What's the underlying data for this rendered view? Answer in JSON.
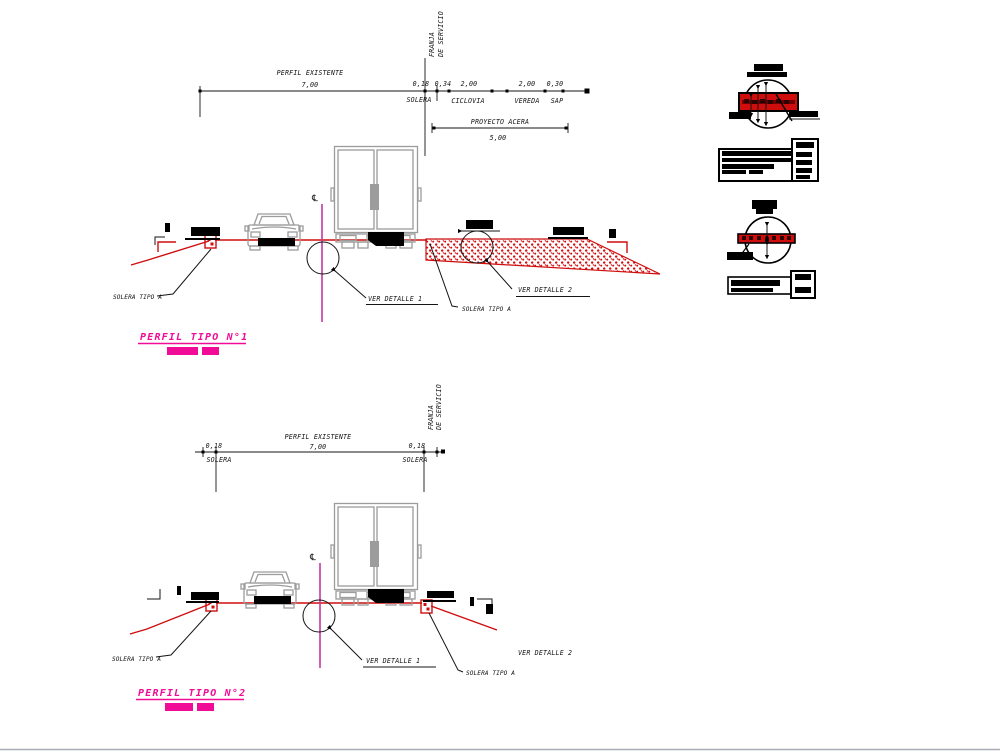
{
  "drawing_type": "road cross-section CAD sheet",
  "colors": {
    "linework_red": "#cf0d0d",
    "title_magenta": "#f00c96",
    "centerline_magenta": "#c4399f",
    "vehicle_gray": "#9c9c9c",
    "text_black": "#141414"
  },
  "labels": {
    "perfil_existente": "PERFIL EXISTENTE",
    "solera": "SOLERA",
    "solera_tipo_a": "SOLERA TIPO A",
    "ver_detalle_1": "VER DETALLE 1",
    "ver_detalle_2": "VER DETALLE 2",
    "franja_line1": "FRANJA",
    "franja_line2": "DE SERVICIO",
    "centerline_symbol": "℄"
  },
  "profile1": {
    "title": "PERFIL TIPO N°1",
    "dims": {
      "existente_width": "7,00",
      "solera_width": "0,18",
      "berm_width": "0,34",
      "ciclovia_width": "2,00",
      "ciclovia_label": "CICLOVIA",
      "vereda_width": "2,00",
      "vereda_label": "VEREDA",
      "sap_width": "0,30",
      "sap_label": "SAP",
      "proyecto_acera_label": "PROYECTO ACERA",
      "proyecto_acera_width": "5,00"
    }
  },
  "profile2": {
    "title": "PERFIL TIPO N°2",
    "dims": {
      "existente_width": "7,00",
      "solera_left_width": "0,18",
      "solera_right_width": "0,18"
    }
  }
}
